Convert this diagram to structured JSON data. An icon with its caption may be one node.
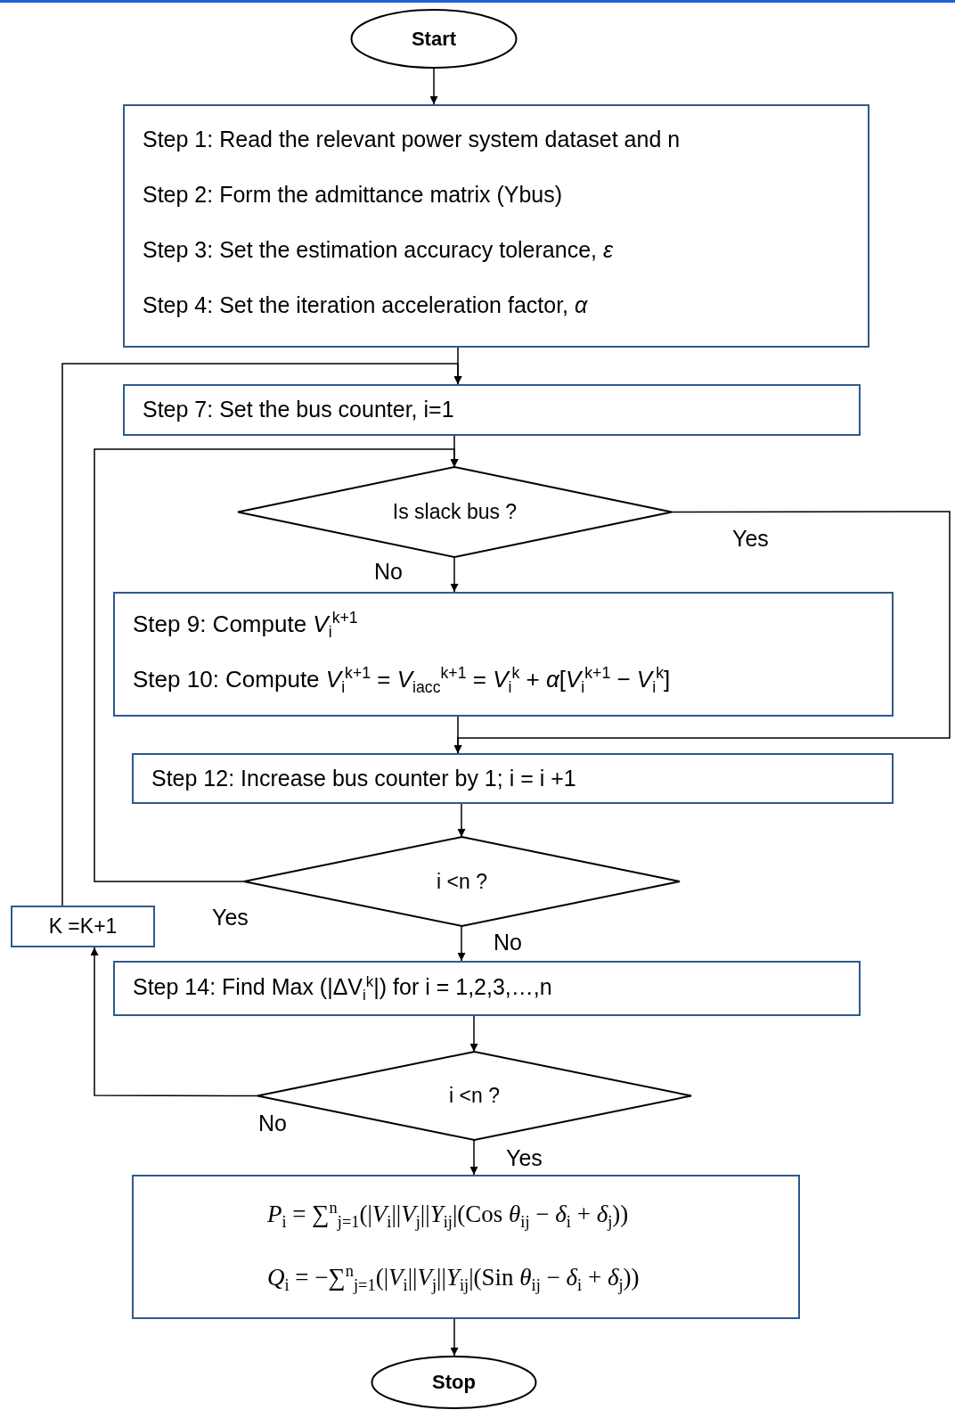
{
  "diagram": {
    "nodes": [
      {
        "text": [
          "Start"
        ]
      },
      {
        "text": [
          "Step 1:  Read the relevant power system dataset and n",
          "Step 2: Form the admittance matrix (Ybus)",
          "Step 3:   Set the estimation accuracy tolerance, *ε*",
          "Step 4: Set the iteration acceleration factor, *α*"
        ]
      },
      {
        "text": [
          "Step 7:  Set the bus counter, i=1"
        ]
      },
      {
        "text": [
          "Is slack bus ?"
        ]
      },
      {
        "text": [
          "Step 9:  Compute  *V*$_{i}$$^{k+1}$",
          "Step 10:  Compute  *V*$_{i}$$^{k+1}$ = *V*$_{iacc}$$^{k+1}$ =  *V*$_{i}$$^{k}$ +  *α*[*V*$_{i}$$^{k+1}$ − *V*$_{i}$$^{k}$]"
        ]
      },
      {
        "text": [
          "Step 12: Increase bus counter by 1;  i = i +1"
        ]
      },
      {
        "text": [
          "i <n  ?"
        ]
      },
      {
        "text": [
          "K =K+1"
        ]
      },
      {
        "text": [
          "Step 14:  Find Max (|ΔV$_{i}$$^{k}$|) for i = 1,2,3,…,n"
        ]
      },
      {
        "text": [
          "i <n  ?"
        ]
      },
      {
        "text": [
          "*P*$_{i}$ =  ∑$^{n}$$_{j=1}$(|*V*$_{i}$||*V*$_{j}$||*Y*$_{ij}$|(Cos *θ*$_{ij}$ − *δ*$_{i}$ + *δ*$_{j}$))",
          "*Q*$_{i}$ =  −∑$^{n}$$_{j=1}$(|*V*$_{i}$||*V*$_{j}$||*Y*$_{ij}$|(Sin *θ*$_{ij}$ − *δ*$_{i}$ + *δ*$_{j}$))"
        ]
      },
      {
        "text": [
          "Stop"
        ]
      }
    ],
    "edges": [
      {
        "from": 0,
        "to": 1,
        "arrow": "to"
      },
      {
        "from": 1,
        "to": 2,
        "arrow": "to"
      },
      {
        "from": 2,
        "to": 3,
        "arrow": "to"
      },
      {
        "from": 3,
        "to": 4,
        "arrow": "to",
        "label": "No"
      },
      {
        "from": 3,
        "to": 5,
        "arrow": "to",
        "label": "Yes"
      },
      {
        "from": 4,
        "to": 5,
        "arrow": "to"
      },
      {
        "from": 5,
        "to": 6,
        "arrow": "to"
      },
      {
        "from": 6,
        "to": 3,
        "arrow": "to",
        "label": "Yes"
      },
      {
        "from": 6,
        "to": 8,
        "arrow": "to",
        "label": "No"
      },
      {
        "from": 8,
        "to": 9,
        "arrow": "to"
      },
      {
        "from": 9,
        "to": 7,
        "arrow": "to",
        "label": "No"
      },
      {
        "from": 7,
        "to": 2,
        "arrow": "to"
      },
      {
        "from": 9,
        "to": 10,
        "arrow": "to",
        "label": "Yes"
      },
      {
        "from": 10,
        "to": 11,
        "arrow": "to"
      }
    ]
  }
}
